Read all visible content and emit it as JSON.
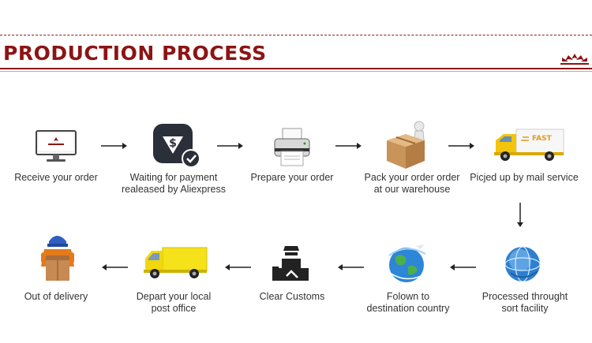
{
  "header": {
    "title": "PRODUCTION PROCESS"
  },
  "steps": [
    {
      "icon": "monitor-icon",
      "lines": [
        "Receive your order"
      ]
    },
    {
      "icon": "payment-icon",
      "lines": [
        "Waiting for payment",
        "realeased by Aliexpress"
      ]
    },
    {
      "icon": "printer-icon",
      "lines": [
        "Prepare your order"
      ]
    },
    {
      "icon": "package-icon",
      "lines": [
        "Pack your order order",
        "at our warehouse"
      ]
    },
    {
      "icon": "truck-icon",
      "lines": [
        "Picjed up by mail service"
      ]
    },
    {
      "icon": "globe-icon",
      "lines": [
        "Processed throught",
        "sort facility"
      ]
    },
    {
      "icon": "earth-icon",
      "lines": [
        "Folown to",
        "destination country"
      ]
    },
    {
      "icon": "customs-icon",
      "lines": [
        "Clear Customs"
      ]
    },
    {
      "icon": "van-icon",
      "lines": [
        "Depart your local",
        "post office"
      ]
    },
    {
      "icon": "courier-icon",
      "lines": [
        "Out of delivery"
      ]
    }
  ],
  "colors": {
    "brand": "#8d1414",
    "truck_yellow": "#f2c40c",
    "globe_blue": "#2f7fd1"
  }
}
